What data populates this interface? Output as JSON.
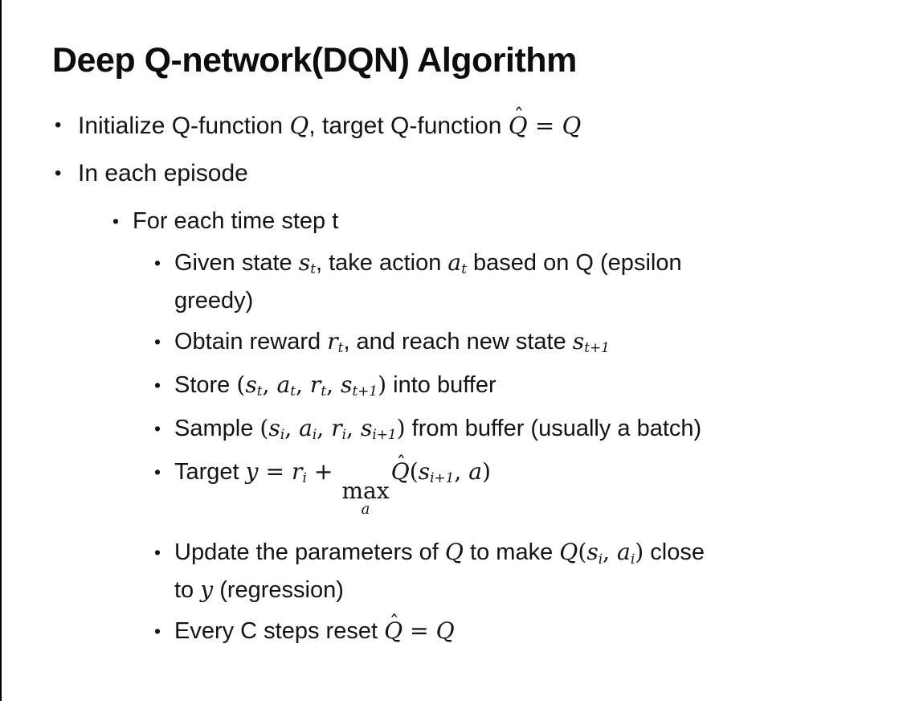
{
  "slide": {
    "title": "Deep Q-network(DQN) Algorithm",
    "bullet_char": "•",
    "bullets": [
      {
        "level": 1,
        "segments": [
          {
            "type": "t",
            "v": "Initialize Q-function "
          },
          {
            "type": "mi",
            "v": "Q"
          },
          {
            "type": "t",
            "v": ", target Q-function "
          },
          {
            "type": "mih",
            "v": "Q",
            "hat": "ˆ"
          },
          {
            "type": "mr",
            "v": " = "
          },
          {
            "type": "mi",
            "v": "Q"
          }
        ]
      },
      {
        "level": 1,
        "segments": [
          {
            "type": "t",
            "v": "In each episode"
          }
        ]
      },
      {
        "level": 2,
        "segments": [
          {
            "type": "t",
            "v": "For each time step t"
          }
        ]
      },
      {
        "level": 3,
        "segments": [
          {
            "type": "t",
            "v": "Given state "
          },
          {
            "type": "mi",
            "v": "s",
            "sub": "t"
          },
          {
            "type": "t",
            "v": ", take action "
          },
          {
            "type": "mi",
            "v": "a",
            "sub": "t"
          },
          {
            "type": "t",
            "v": " based on Q (epsilon"
          },
          {
            "type": "br"
          },
          {
            "type": "t",
            "v": "greedy)"
          }
        ]
      },
      {
        "level": 3,
        "segments": [
          {
            "type": "t",
            "v": "Obtain reward "
          },
          {
            "type": "mi",
            "v": "r",
            "sub": "t"
          },
          {
            "type": "t",
            "v": ", and reach new state "
          },
          {
            "type": "mi",
            "v": "s",
            "sub": "t+1"
          }
        ]
      },
      {
        "level": 3,
        "segments": [
          {
            "type": "t",
            "v": "Store "
          },
          {
            "type": "mr",
            "v": "("
          },
          {
            "type": "mi",
            "v": "s",
            "sub": "t"
          },
          {
            "type": "mr",
            "v": ", "
          },
          {
            "type": "mi",
            "v": "a",
            "sub": "t"
          },
          {
            "type": "mr",
            "v": ", "
          },
          {
            "type": "mi",
            "v": "r",
            "sub": "t"
          },
          {
            "type": "mr",
            "v": ", "
          },
          {
            "type": "mi",
            "v": "s",
            "sub": "t+1"
          },
          {
            "type": "mr",
            "v": ")"
          },
          {
            "type": "t",
            "v": " into buffer"
          }
        ]
      },
      {
        "level": 3,
        "segments": [
          {
            "type": "t",
            "v": "Sample "
          },
          {
            "type": "mr",
            "v": "("
          },
          {
            "type": "mi",
            "v": "s",
            "sub": "i"
          },
          {
            "type": "mr",
            "v": ", "
          },
          {
            "type": "mi",
            "v": "a",
            "sub": "i"
          },
          {
            "type": "mr",
            "v": ", "
          },
          {
            "type": "mi",
            "v": "r",
            "sub": "i"
          },
          {
            "type": "mr",
            "v": ", "
          },
          {
            "type": "mi",
            "v": "s",
            "sub": "i+1"
          },
          {
            "type": "mr",
            "v": ")"
          },
          {
            "type": "t",
            "v": " from buffer (usually a batch)"
          }
        ]
      },
      {
        "level": 3,
        "extra_space": true,
        "segments": [
          {
            "type": "t",
            "v": "Target "
          },
          {
            "type": "mi",
            "v": "y"
          },
          {
            "type": "mr",
            "v": " = "
          },
          {
            "type": "mi",
            "v": "r",
            "sub": "i"
          },
          {
            "type": "mr",
            "v": " + "
          },
          {
            "type": "maxunder",
            "top": "max",
            "under": "a"
          },
          {
            "type": "mih",
            "v": "Q",
            "hat": "ˆ"
          },
          {
            "type": "mr",
            "v": "("
          },
          {
            "type": "mi",
            "v": "s",
            "sub": "i+1"
          },
          {
            "type": "mr",
            "v": ", "
          },
          {
            "type": "mi",
            "v": "a"
          },
          {
            "type": "mr",
            "v": ")"
          }
        ]
      },
      {
        "level": 3,
        "segments": [
          {
            "type": "t",
            "v": "Update the parameters of "
          },
          {
            "type": "mi",
            "v": "Q"
          },
          {
            "type": "t",
            "v": " to make "
          },
          {
            "type": "mi",
            "v": "Q"
          },
          {
            "type": "mr",
            "v": "("
          },
          {
            "type": "mi",
            "v": "s",
            "sub": "i"
          },
          {
            "type": "mr",
            "v": ", "
          },
          {
            "type": "mi",
            "v": "a",
            "sub": "i"
          },
          {
            "type": "mr",
            "v": ")"
          },
          {
            "type": "t",
            "v": " close"
          },
          {
            "type": "br"
          },
          {
            "type": "t",
            "v": "to "
          },
          {
            "type": "mi",
            "v": "y"
          },
          {
            "type": "t",
            "v": " (regression)"
          }
        ]
      },
      {
        "level": 3,
        "segments": [
          {
            "type": "t",
            "v": "Every C steps reset "
          },
          {
            "type": "mih",
            "v": "Q",
            "hat": "ˆ"
          },
          {
            "type": "mr",
            "v": " = "
          },
          {
            "type": "mi",
            "v": "Q"
          }
        ]
      }
    ]
  }
}
